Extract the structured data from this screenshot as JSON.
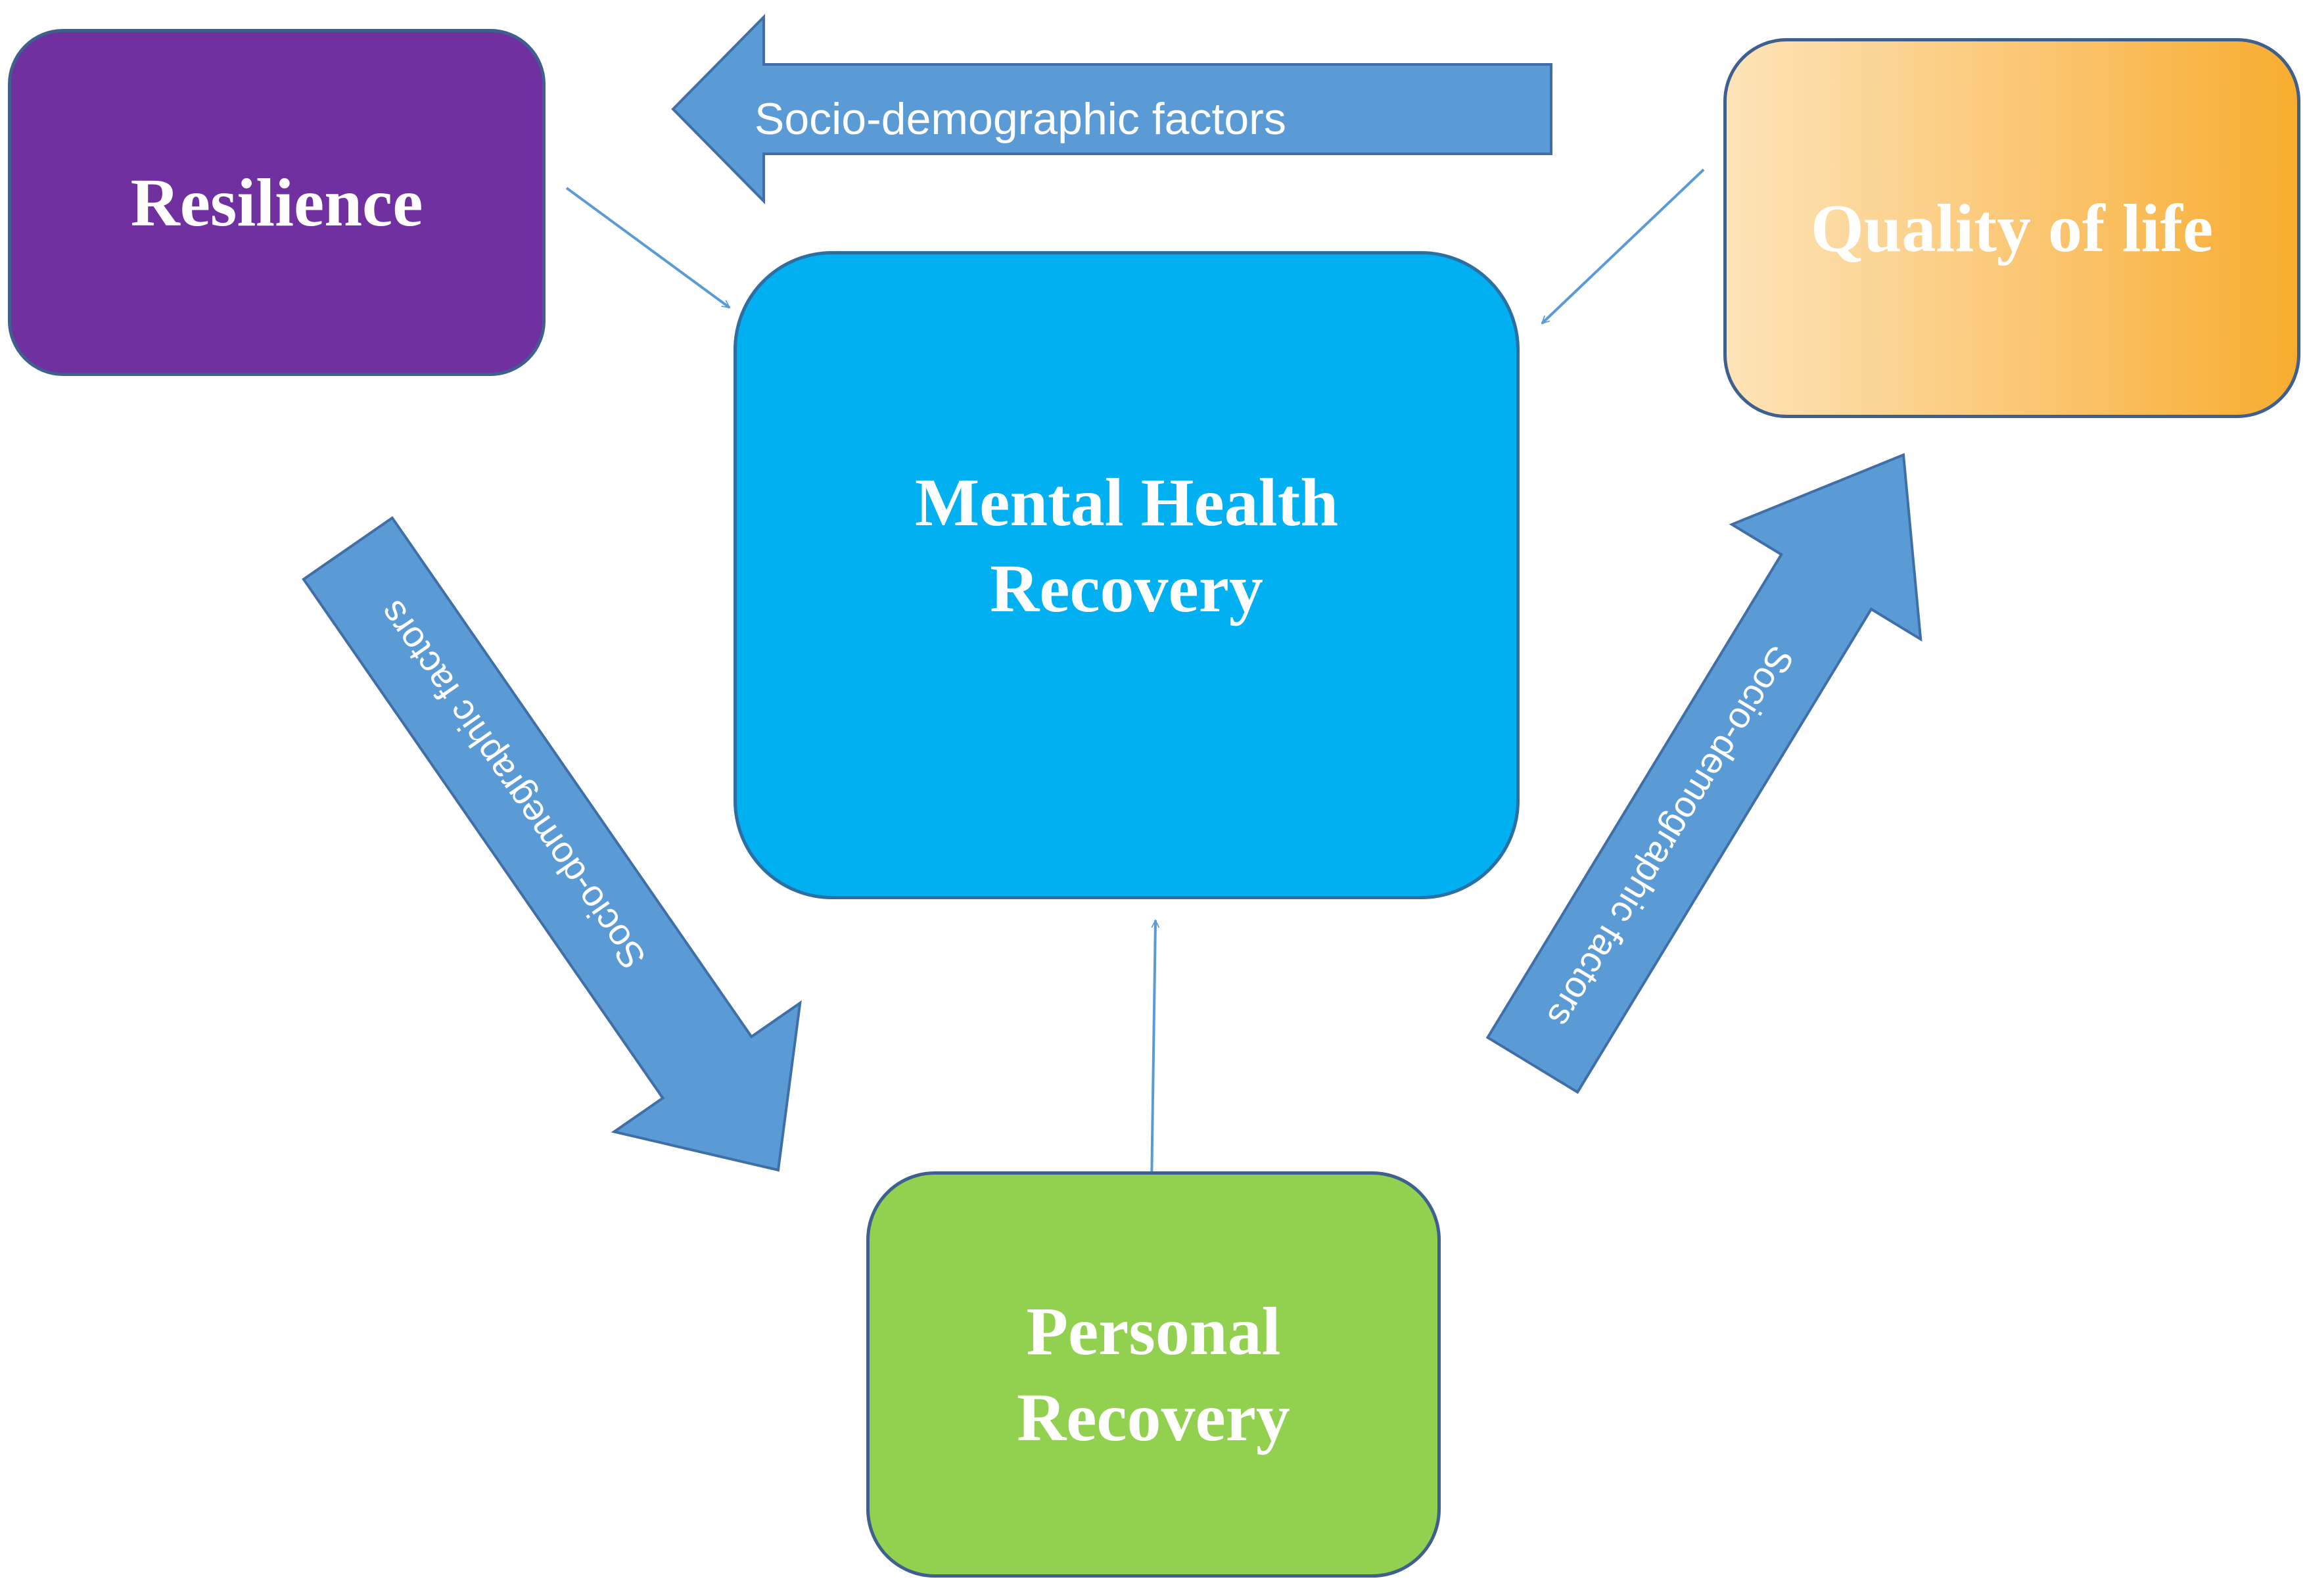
{
  "nodes": {
    "resilience": "Resilience",
    "mental_health_recovery": "Mental  Health\nRecovery",
    "quality_of_life": "Quality of life",
    "personal_recovery": "Personal\nRecovery"
  },
  "arrows": {
    "top": "Socio-demographic factors",
    "left": "Socio-domegraphic  factors",
    "right": "Socio-demographic factors"
  },
  "colors": {
    "resilience": "#7030a0",
    "mental_health_recovery": "#00b0f0",
    "quality_of_life": "#fbc571",
    "personal_recovery": "#92d050",
    "block_arrow": "#5b9bd5",
    "thin_arrow": "#5b9bd5"
  }
}
